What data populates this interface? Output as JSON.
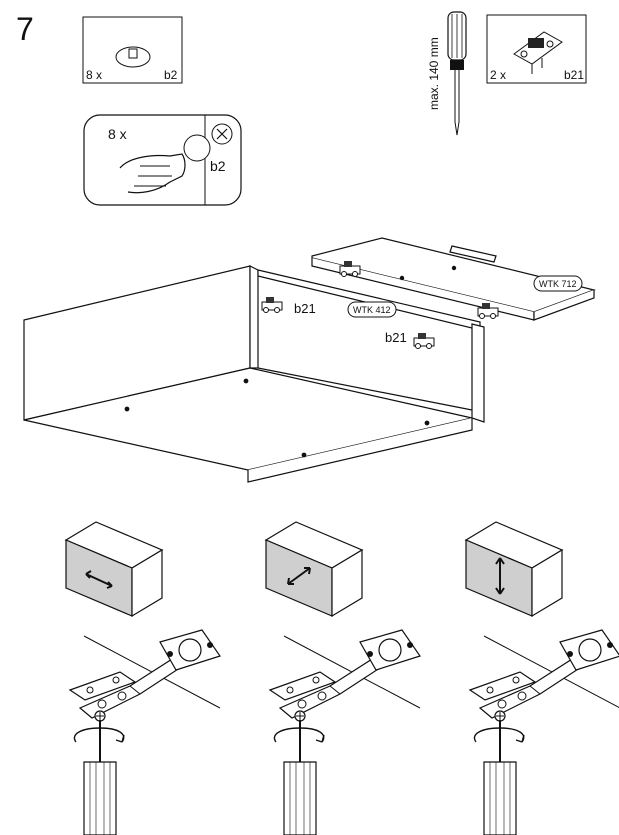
{
  "step_number": "7",
  "parts": {
    "b2_box": {
      "qty": "8 x",
      "code": "b2"
    },
    "b21_box": {
      "qty": "2 x",
      "code": "b21"
    },
    "press_panel": {
      "qty": "8 x",
      "code": "b2"
    }
  },
  "tool": {
    "max_length": "max. 140 mm"
  },
  "cabinet": {
    "hinge_label_1": "b21",
    "hinge_label_2": "b21",
    "part_tag_side": "WTK 412",
    "part_tag_door": "WTK 712"
  },
  "adjustments": [
    {
      "direction": "horizontal"
    },
    {
      "direction": "depth"
    },
    {
      "direction": "vertical"
    }
  ]
}
